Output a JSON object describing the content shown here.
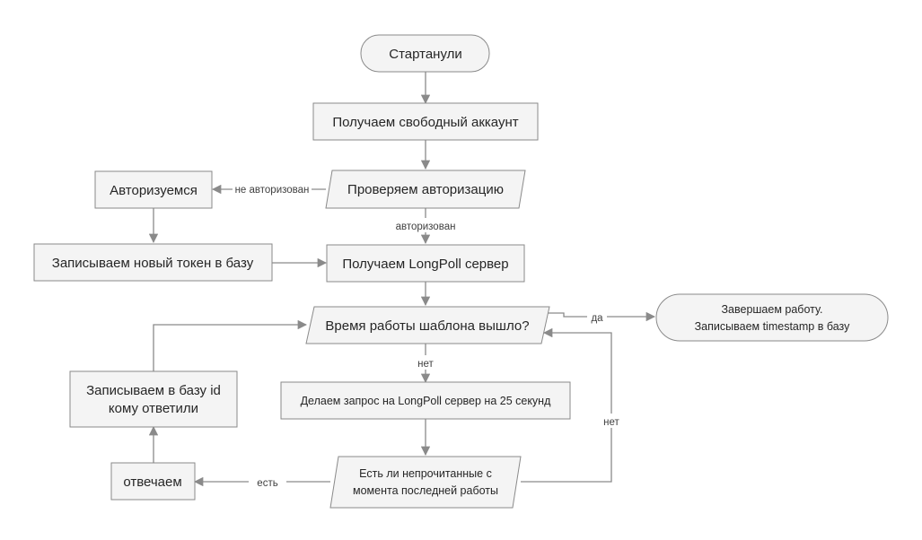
{
  "nodes": {
    "start": "Стартанули",
    "get_account": "Получаем свободный аккаунт",
    "check_auth": "Проверяем авторизацию",
    "authorize": "Авторизуемся",
    "save_token": "Записываем новый токен в базу",
    "get_longpoll": "Получаем LongPoll сервер",
    "time_check": "Время работы шаблона вышло?",
    "finish_line1": "Завершаем работу.",
    "finish_line2": "Записываем timestamp в базу",
    "request": "Делаем запрос на LongPoll сервер на 25 секунд",
    "unread_line1": "Есть ли непрочитанные с",
    "unread_line2": "момента последней работы",
    "reply": "отвечаем",
    "save_id_line1": "Записываем в базу id",
    "save_id_line2": "кому ответили"
  },
  "edge_labels": {
    "not_authorized": "не авторизован",
    "authorized": "авторизован",
    "yes": "да",
    "no_time": "нет",
    "no_unread": "нет",
    "has_unread": "есть"
  },
  "colors": {
    "node_fill": "#f4f4f4",
    "stroke": "#8a8a8a",
    "text": "#262626"
  }
}
